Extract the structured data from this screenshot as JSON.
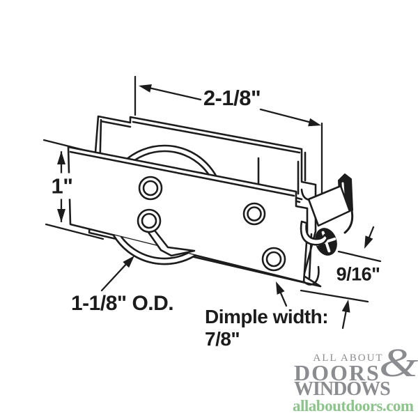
{
  "product_diagram": {
    "labels": {
      "width": "2-1/8\"",
      "height": "1\"",
      "depth": "9/16\"",
      "roller_od": "1-1/8\" O.D.",
      "dimple_line1": "Dimple width:",
      "dimple_line2": "7/8\""
    },
    "line_color": "#1c1c1c"
  },
  "watermark": {
    "tagline": "ALL ABOUT",
    "brand_line1": "DOORS",
    "ampersand": "&",
    "brand_line2": "WINDOWS",
    "website": "allaboutdoors.com",
    "gray_color": "#8b8c8f",
    "green_color": "#8cc48c"
  }
}
